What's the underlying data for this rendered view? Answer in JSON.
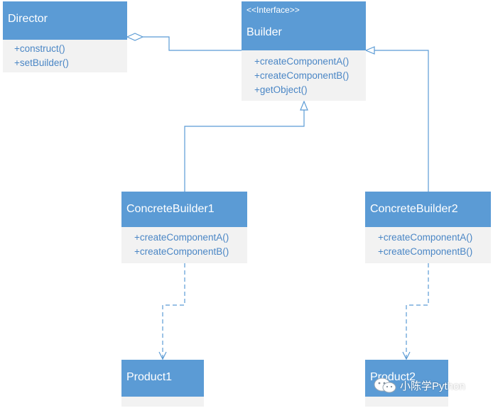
{
  "classes": {
    "director": {
      "name": "Director",
      "ops": [
        "+construct()",
        "+setBuilder()"
      ]
    },
    "builder": {
      "stereotype": "<<Interface>>",
      "name": "Builder",
      "ops": [
        "+createComponentA()",
        "+createComponentB()",
        "+getObject()"
      ]
    },
    "concrete_builder1": {
      "name": "ConcreteBuilder1",
      "ops": [
        "+createComponentA()",
        "+createComponentB()"
      ]
    },
    "concrete_builder2": {
      "name": "ConcreteBuilder2",
      "ops": [
        "+createComponentA()",
        "+createComponentB()"
      ]
    },
    "product1": {
      "name": "Product1"
    },
    "product2": {
      "name": "Product2"
    }
  },
  "watermark": {
    "text": "小陈学Python"
  },
  "colors": {
    "header": "#5b9bd5",
    "body": "#f2f2f2",
    "line": "#5b9bd5",
    "op_text": "#4a86c5"
  }
}
